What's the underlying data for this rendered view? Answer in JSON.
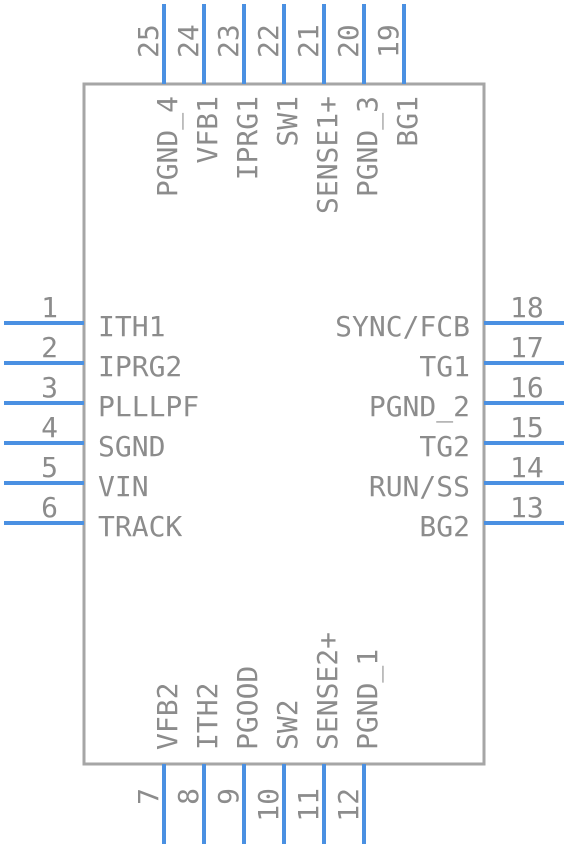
{
  "component": {
    "body_color": "#a6a6a6",
    "pin_color": "#4a90e2",
    "text_color": "#8c8c8c"
  },
  "pins": {
    "left": [
      {
        "num": "1",
        "name": "ITH1"
      },
      {
        "num": "2",
        "name": "IPRG2"
      },
      {
        "num": "3",
        "name": "PLLLPF"
      },
      {
        "num": "4",
        "name": "SGND"
      },
      {
        "num": "5",
        "name": "VIN"
      },
      {
        "num": "6",
        "name": "TRACK"
      }
    ],
    "right": [
      {
        "num": "18",
        "name": "SYNC/FCB"
      },
      {
        "num": "17",
        "name": "TG1"
      },
      {
        "num": "16",
        "name": "PGND_2"
      },
      {
        "num": "15",
        "name": "TG2"
      },
      {
        "num": "14",
        "name": "RUN/SS"
      },
      {
        "num": "13",
        "name": "BG2"
      }
    ],
    "top": [
      {
        "num": "25",
        "name": "PGND_4"
      },
      {
        "num": "24",
        "name": "VFB1"
      },
      {
        "num": "23",
        "name": "IPRG1"
      },
      {
        "num": "22",
        "name": "SW1"
      },
      {
        "num": "21",
        "name": "SENSE1+"
      },
      {
        "num": "20",
        "name": "PGND_3"
      },
      {
        "num": "19",
        "name": "BG1"
      }
    ],
    "bottom": [
      {
        "num": "7",
        "name": "VFB2"
      },
      {
        "num": "8",
        "name": "ITH2"
      },
      {
        "num": "9",
        "name": "PGOOD"
      },
      {
        "num": "10",
        "name": "SW2"
      },
      {
        "num": "11",
        "name": "SENSE2+"
      },
      {
        "num": "12",
        "name": "PGND_1"
      }
    ]
  }
}
